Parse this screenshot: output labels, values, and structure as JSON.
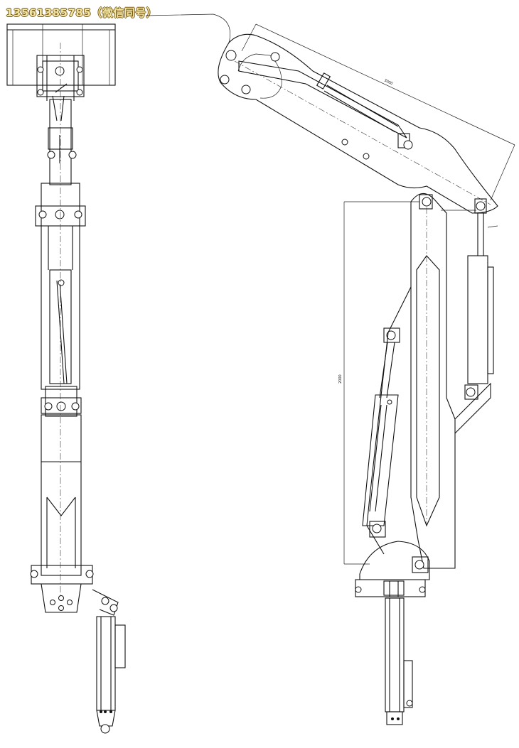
{
  "watermark": {
    "text": "13561385785（微信同号）",
    "color": "#f2e6a6"
  },
  "views": [
    "front-view-boom-extended",
    "side-view-boom-folded"
  ],
  "colors": {
    "line": "#111111",
    "background": "#ffffff"
  }
}
